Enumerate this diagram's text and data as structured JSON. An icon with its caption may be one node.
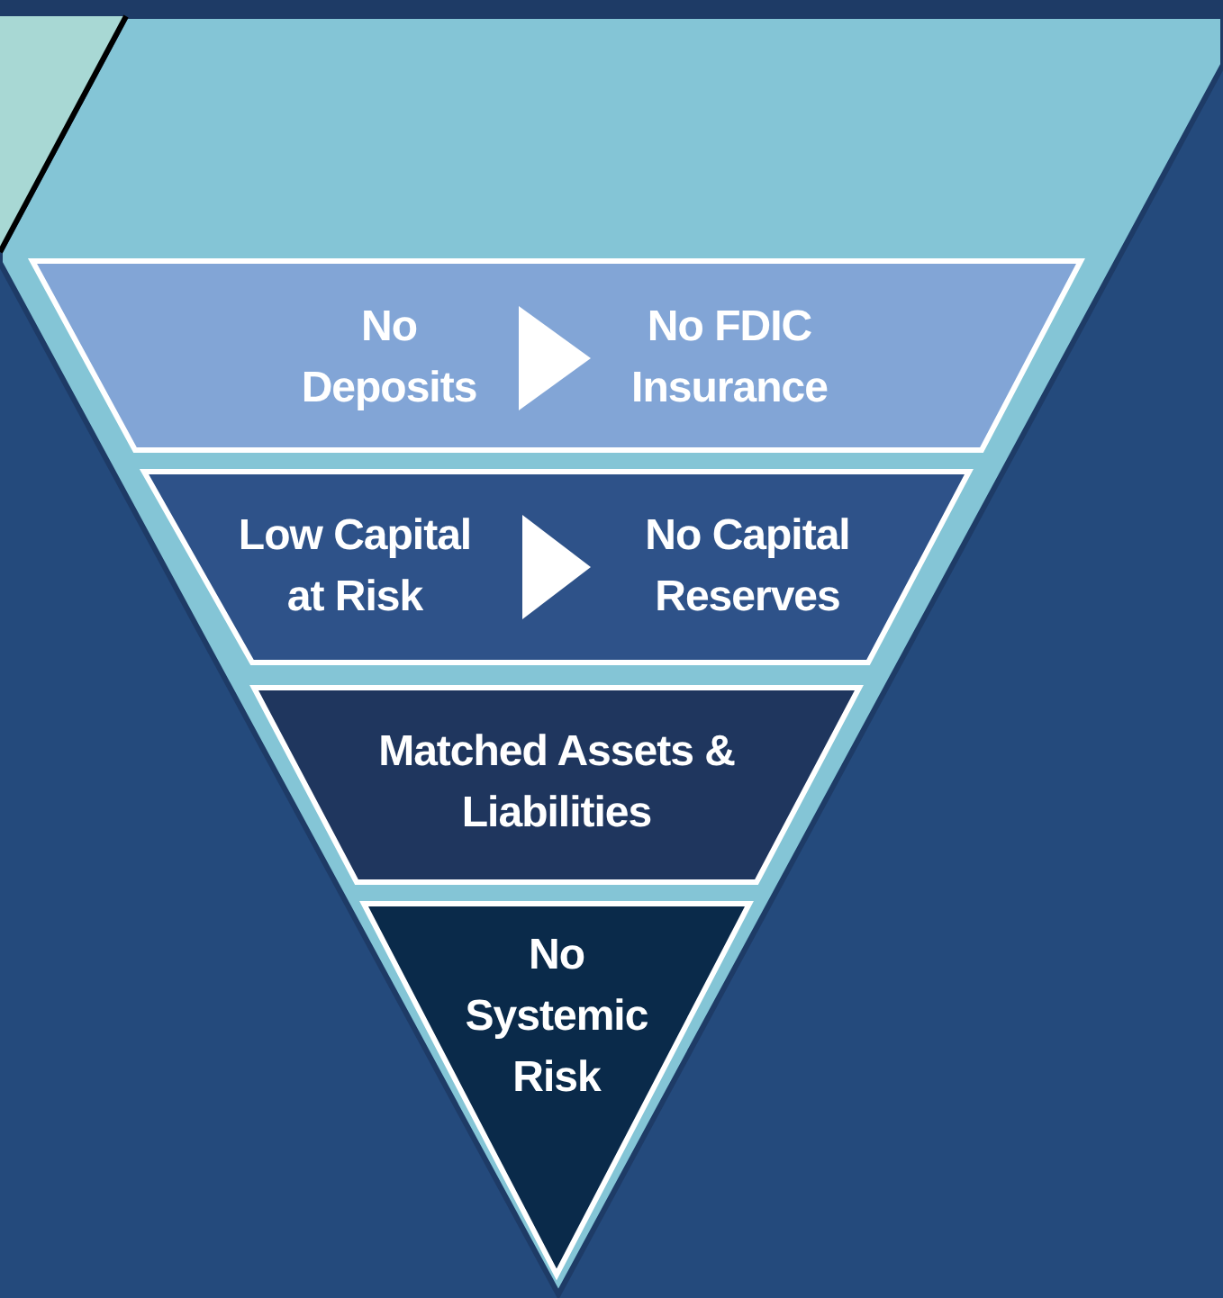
{
  "diagram": {
    "nodes": [
      {
        "text": [],
        "shape": "band"
      },
      {
        "text": [
          "No Deposits"
        ],
        "in": 0
      },
      {
        "text": [
          "No FDIC Insurance"
        ],
        "in": 0
      },
      {
        "text": [],
        "shape": "band"
      },
      {
        "text": [
          "Low Capital at Risk"
        ],
        "in": 3
      },
      {
        "text": [
          "No Capital Reserves"
        ],
        "in": 3
      },
      {
        "text": [
          "Matched Assets & Liabilities"
        ]
      },
      {
        "text": [
          "No Systemic Risk"
        ]
      }
    ],
    "edges": [
      {
        "from": 1,
        "to": 2,
        "arrow": "to"
      },
      {
        "from": 4,
        "to": 5,
        "arrow": "to"
      }
    ]
  }
}
